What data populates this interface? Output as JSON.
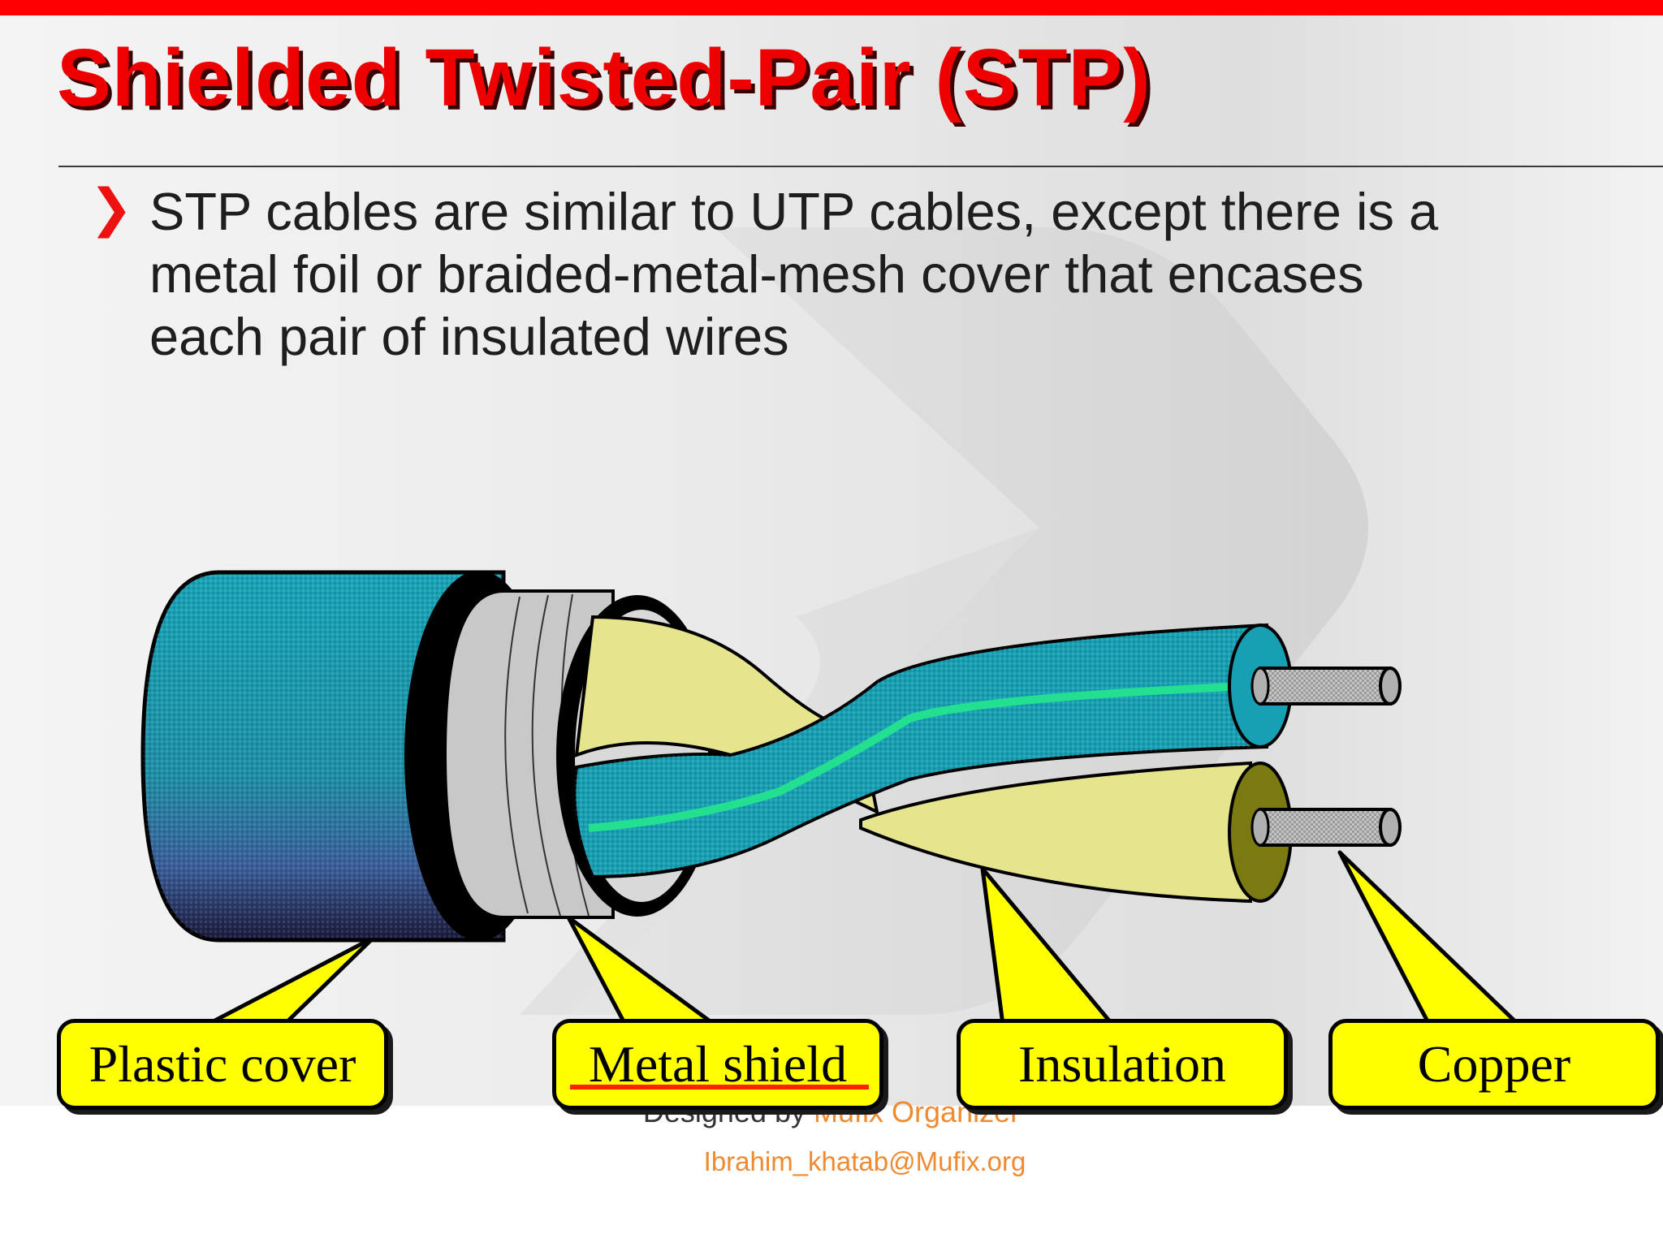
{
  "slide": {
    "title": "Shielded Twisted-Pair (STP)",
    "bullet_icon": "chevron-right-icon",
    "bullet": "STP cables are similar to UTP cables, except there is a metal foil or braided-metal-mesh cover that encases each pair of insulated wires"
  },
  "diagram": {
    "labels": {
      "plastic_cover": "Plastic cover",
      "metal_shield": "Metal shield",
      "insulation": "Insulation",
      "copper": "Copper"
    }
  },
  "footer": {
    "designed_prefix": "Designed by",
    "organizer": "Mufix Organizer",
    "email": "Ibrahim_khatab@Mufix.org"
  },
  "colors": {
    "accent_red": "#ee0000",
    "cable_teal": "#1aa0b8",
    "insulation_yellow": "#e6e48c",
    "label_yellow": "#ffff00",
    "footer_orange": "#f08a30"
  }
}
